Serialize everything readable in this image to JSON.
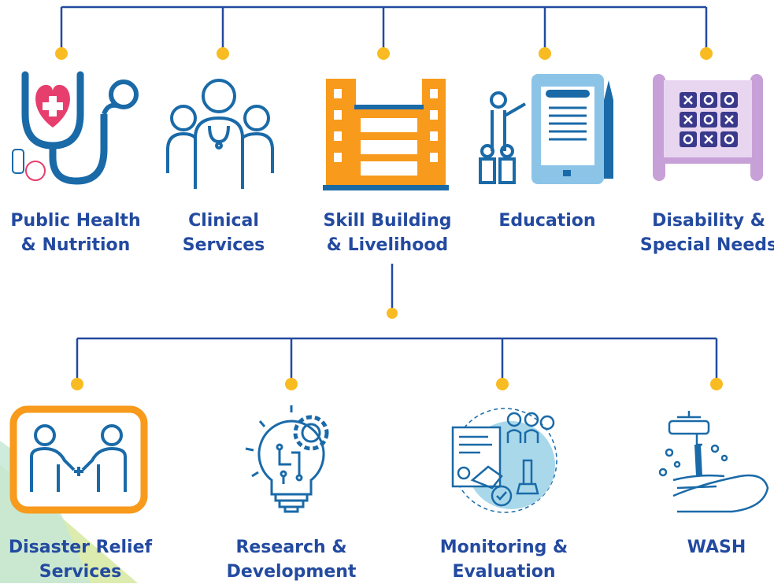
{
  "colors": {
    "line": "#234aa0",
    "dot": "#f8bc22",
    "label": "#234aa0",
    "blue": "#1a6aa8",
    "orange": "#f89a1c",
    "pink": "#e63e6d",
    "purple": "#c8a0d8"
  },
  "top_row": [
    {
      "line1": "Public Health",
      "line2": "& Nutrition",
      "icon": "stethoscope-heart-icon"
    },
    {
      "line1": "Clinical",
      "line2": "Services",
      "icon": "medical-team-icon"
    },
    {
      "line1": "Skill Building",
      "line2": "& Livelihood",
      "icon": "building-icon"
    },
    {
      "line1": "Education",
      "line2": "",
      "icon": "teacher-tablet-icon"
    },
    {
      "line1": "Disability &",
      "line2": "Special Needs",
      "icon": "tic-tac-toe-board-icon"
    }
  ],
  "bottom_row": [
    {
      "line1": "Disaster Relief",
      "line2": "Services",
      "icon": "first-aid-people-icon"
    },
    {
      "line1": "Research &",
      "line2": "Development",
      "icon": "lightbulb-gear-icon"
    },
    {
      "line1": "Monitoring &",
      "line2": "Evaluation",
      "icon": "handshake-document-icon"
    },
    {
      "line1": "WASH",
      "line2": "",
      "icon": "tap-handwash-icon"
    }
  ]
}
